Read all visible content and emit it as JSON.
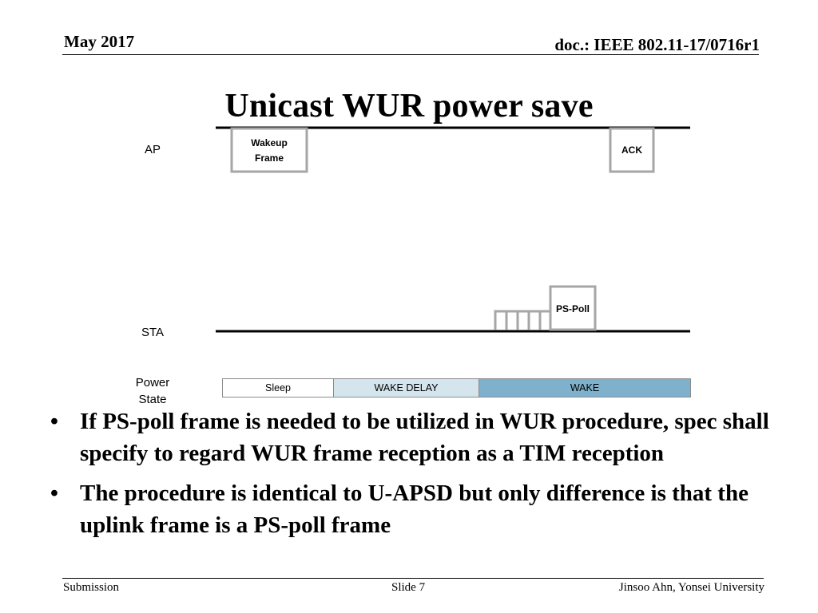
{
  "header": {
    "date": "May 2017",
    "doc_id": "doc.: IEEE 802.11-17/0716r1"
  },
  "title": "Unicast WUR power save",
  "diagram": {
    "lanes": {
      "ap": "AP",
      "sta": "STA",
      "power_state": "Power State"
    },
    "frames": {
      "wakeup_line1": "Wakeup",
      "wakeup_line2": "Frame",
      "ack": "ACK",
      "ps_poll": "PS-Poll"
    },
    "power_states": [
      {
        "label": "Sleep",
        "color": "#ffffff"
      },
      {
        "label": "WAKE DELAY",
        "color": "#d4e5ee"
      },
      {
        "label": "WAKE",
        "color": "#7fb0cc"
      }
    ]
  },
  "bullets": [
    "If PS-poll frame is needed to be utilized in WUR procedure, spec shall specify to regard WUR frame reception as a TIM reception",
    "The procedure is identical to U-APSD but only difference is that the uplink frame is a PS-poll frame"
  ],
  "bullet_marker": "•",
  "footer": {
    "left": "Submission",
    "center": "Slide 7",
    "right": "Jinsoo Ahn, Yonsei University"
  }
}
